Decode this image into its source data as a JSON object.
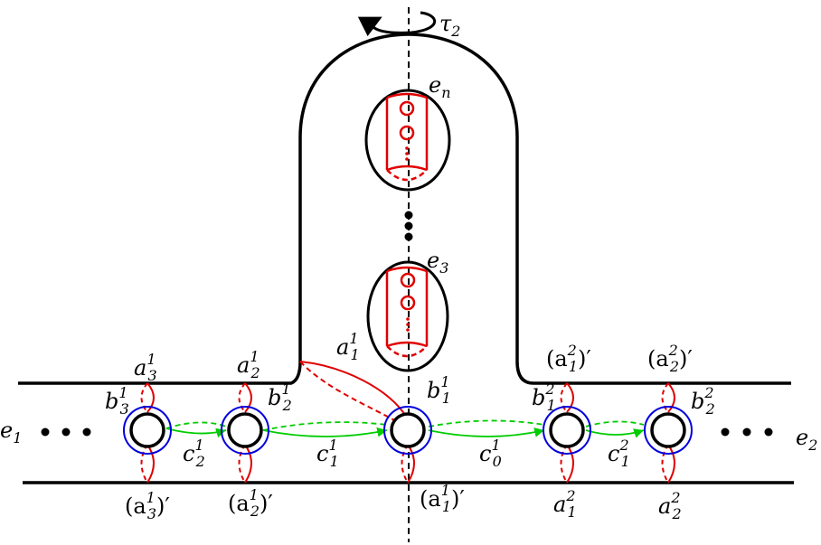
{
  "labels": {
    "tau": "τ",
    "tau_sub": "2",
    "en": "e",
    "en_sub": "n",
    "e3": "e",
    "e3_sub": "3",
    "e1": "e",
    "e1_sub": "1",
    "e2": "e",
    "e2_sub": "2",
    "a31": "a",
    "a31_sub": "3",
    "a31_sup": "1",
    "a21": "a",
    "a21_sub": "2",
    "a21_sup": "1",
    "a11": "a",
    "a11_sub": "1",
    "a11_sup": "1",
    "a12p": "(a",
    "a12p_sub": "1",
    "a12p_sup": "2",
    "a12p_end": ")′",
    "a22p": "(a",
    "a22p_sub": "2",
    "a22p_sup": "2",
    "a22p_end": ")′",
    "b31": "b",
    "b31_sub": "3",
    "b31_sup": "1",
    "b21": "b",
    "b21_sub": "2",
    "b21_sup": "1",
    "b11": "b",
    "b11_sub": "1",
    "b11_sup": "1",
    "b12": "b",
    "b12_sub": "1",
    "b12_sup": "2",
    "b22": "b",
    "b22_sub": "2",
    "b22_sup": "2",
    "c21": "c",
    "c21_sub": "2",
    "c21_sup": "1",
    "c11": "c",
    "c11_sub": "1",
    "c11_sup": "1",
    "c01": "c",
    "c01_sub": "0",
    "c01_sup": "1",
    "c12": "c",
    "c12_sub": "1",
    "c12_sup": "2",
    "a31p": "(a",
    "a31p_sub": "3",
    "a31p_sup": "1",
    "a31p_end": ")′",
    "a21p": "(a",
    "a21p_sub": "2",
    "a21p_sup": "1",
    "a21p_end": ")′",
    "a11p": "(a",
    "a11p_sub": "1",
    "a11p_sup": "1",
    "a11p_end": ")′",
    "a12": "a",
    "a12_sub": "1",
    "a12_sup": "2",
    "a22": "a",
    "a22_sub": "2",
    "a22_sup": "2"
  },
  "colors": {
    "outline": "#000000",
    "curve_a": "#e00000",
    "curve_b": "#0000dd",
    "curve_c": "#00cc00"
  }
}
